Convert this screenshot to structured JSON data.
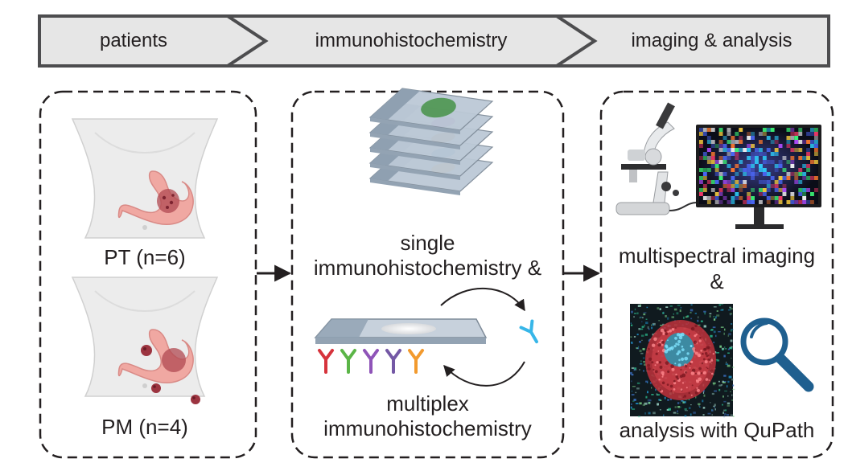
{
  "header": {
    "steps": [
      {
        "label": "patients"
      },
      {
        "label": "immunohistochemistry"
      },
      {
        "label": "imaging & analysis"
      }
    ]
  },
  "panels": {
    "patients": {
      "primary_label": "PT (n=6)",
      "metastasis_label": "PM (n=4)"
    },
    "ihc": {
      "single_line1": "single",
      "single_line2": "immunohistochemistry &",
      "multiplex_line1": "multiplex",
      "multiplex_line2": "immunohistochemistry"
    },
    "imaging": {
      "label_line1": "multispectral imaging",
      "label_line2": "&",
      "analysis_label": "analysis with QuPath"
    }
  },
  "colors": {
    "banner_fill": "#e6e6e6",
    "stomach": "#f0a8a2",
    "tumor": "#b14a52",
    "antibody_colors": [
      "#d6333c",
      "#5bb547",
      "#8f54b8",
      "#7458a5",
      "#f29a2e"
    ],
    "free_antibody": "#37b6e8",
    "magnifier": "#1f5f8f"
  }
}
